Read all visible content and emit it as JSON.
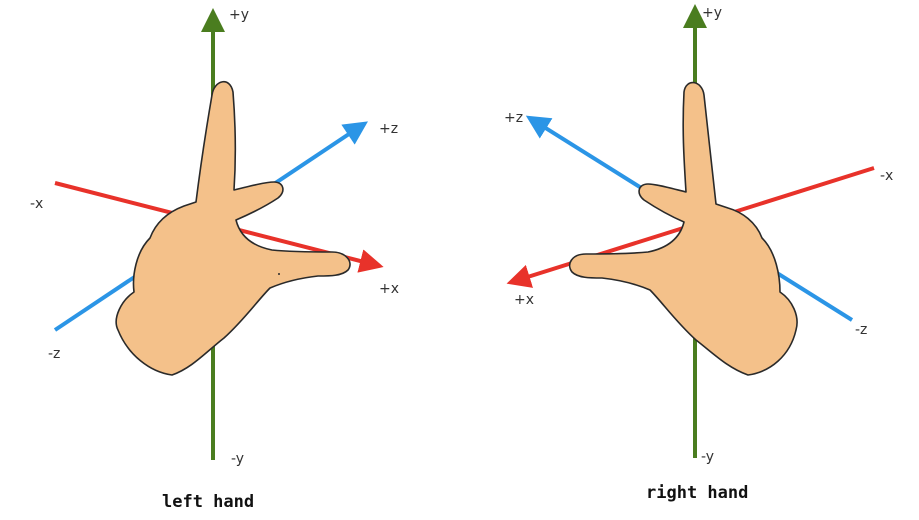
{
  "colors": {
    "y_axis": "#4a7d1f",
    "x_axis": "#e8322a",
    "z_axis": "#2b95e6",
    "hand_fill": "#f4c18a",
    "hand_outline": "#2a2a2a"
  },
  "left_panel": {
    "caption": "left hand",
    "labels": {
      "pos_y": "+y",
      "neg_y": "-y",
      "pos_x": "+x",
      "neg_x": "-x",
      "pos_z": "+z",
      "neg_z": "-z"
    }
  },
  "right_panel": {
    "caption": "right hand",
    "labels": {
      "pos_y": "+y",
      "neg_y": "-y",
      "pos_x": "+x",
      "neg_x": "-x",
      "pos_z": "+z",
      "neg_z": "-z"
    }
  }
}
